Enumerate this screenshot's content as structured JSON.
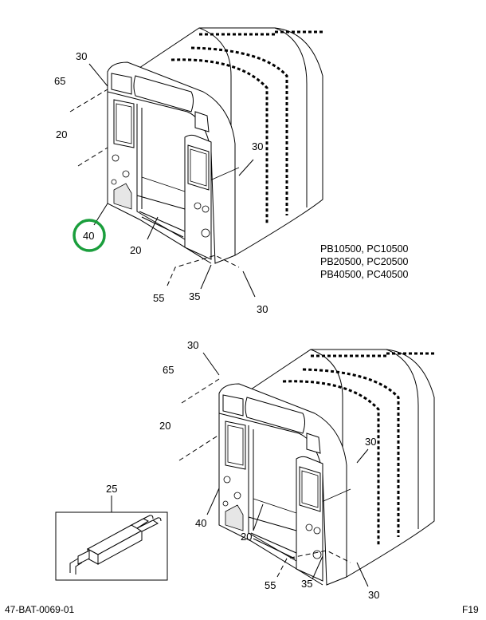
{
  "callouts_top": [
    "30",
    "65",
    "20",
    "30",
    "40",
    "20",
    "55",
    "35",
    "30"
  ],
  "models": [
    "PB10500, PC10500",
    "PB20500, PC20500",
    "PB40500, PC40500"
  ],
  "callouts_bottom": [
    "30",
    "65",
    "20",
    "30",
    "40",
    "20",
    "55",
    "35",
    "30"
  ],
  "inset_callout": "25",
  "footer": {
    "doc_id": "47-BAT-0069-01",
    "figure": "F19"
  },
  "highlight_color": "#1a9e3c"
}
